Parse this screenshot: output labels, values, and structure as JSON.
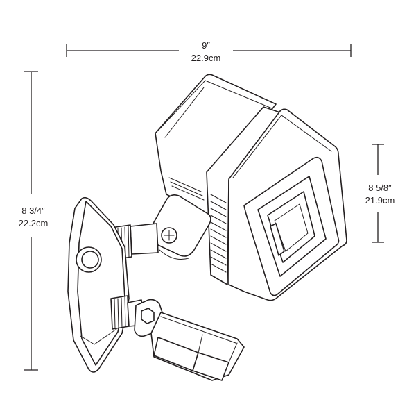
{
  "dimensions": {
    "width": {
      "imperial": "9″",
      "metric": "22.9cm"
    },
    "height": {
      "imperial": "8 3/4″",
      "metric": "22.2cm"
    },
    "head_height": {
      "imperial": "8 5/8″",
      "metric": "21.9cm"
    }
  },
  "colors": {
    "line": "#231f20",
    "fill": "#ffffff"
  }
}
